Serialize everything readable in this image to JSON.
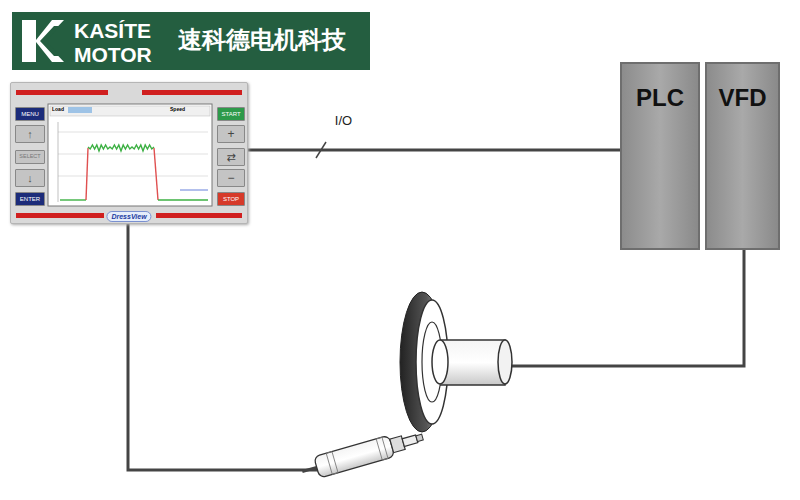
{
  "diagram": {
    "nodes": [
      {
        "text": [
          "DressView"
        ]
      },
      {
        "text": [
          "MENU"
        ],
        "in": 0
      },
      {
        "text": [
          "↑"
        ],
        "in": 0
      },
      {
        "text": [
          "SELECT"
        ],
        "in": 0
      },
      {
        "text": [
          "↓"
        ],
        "in": 0
      },
      {
        "text": [
          "ENTER"
        ],
        "in": 0
      },
      {
        "text": [
          "START"
        ],
        "in": 0
      },
      {
        "text": [
          "+"
        ],
        "in": 0
      },
      {
        "text": [
          "⇄"
        ],
        "in": 0
      },
      {
        "text": [
          "−"
        ],
        "in": 0
      },
      {
        "text": [
          "STOP"
        ],
        "in": 0
      },
      {
        "text": [
          "PLC"
        ]
      },
      {
        "text": [
          "VFD"
        ]
      }
    ],
    "edges": [
      {
        "from": 0,
        "to": 11,
        "arrow": "none",
        "label": "I/O"
      }
    ],
    "labels": [
      "KASÍTE",
      "MOTOR",
      "速科德电机科技",
      "Load",
      "Speed"
    ]
  }
}
